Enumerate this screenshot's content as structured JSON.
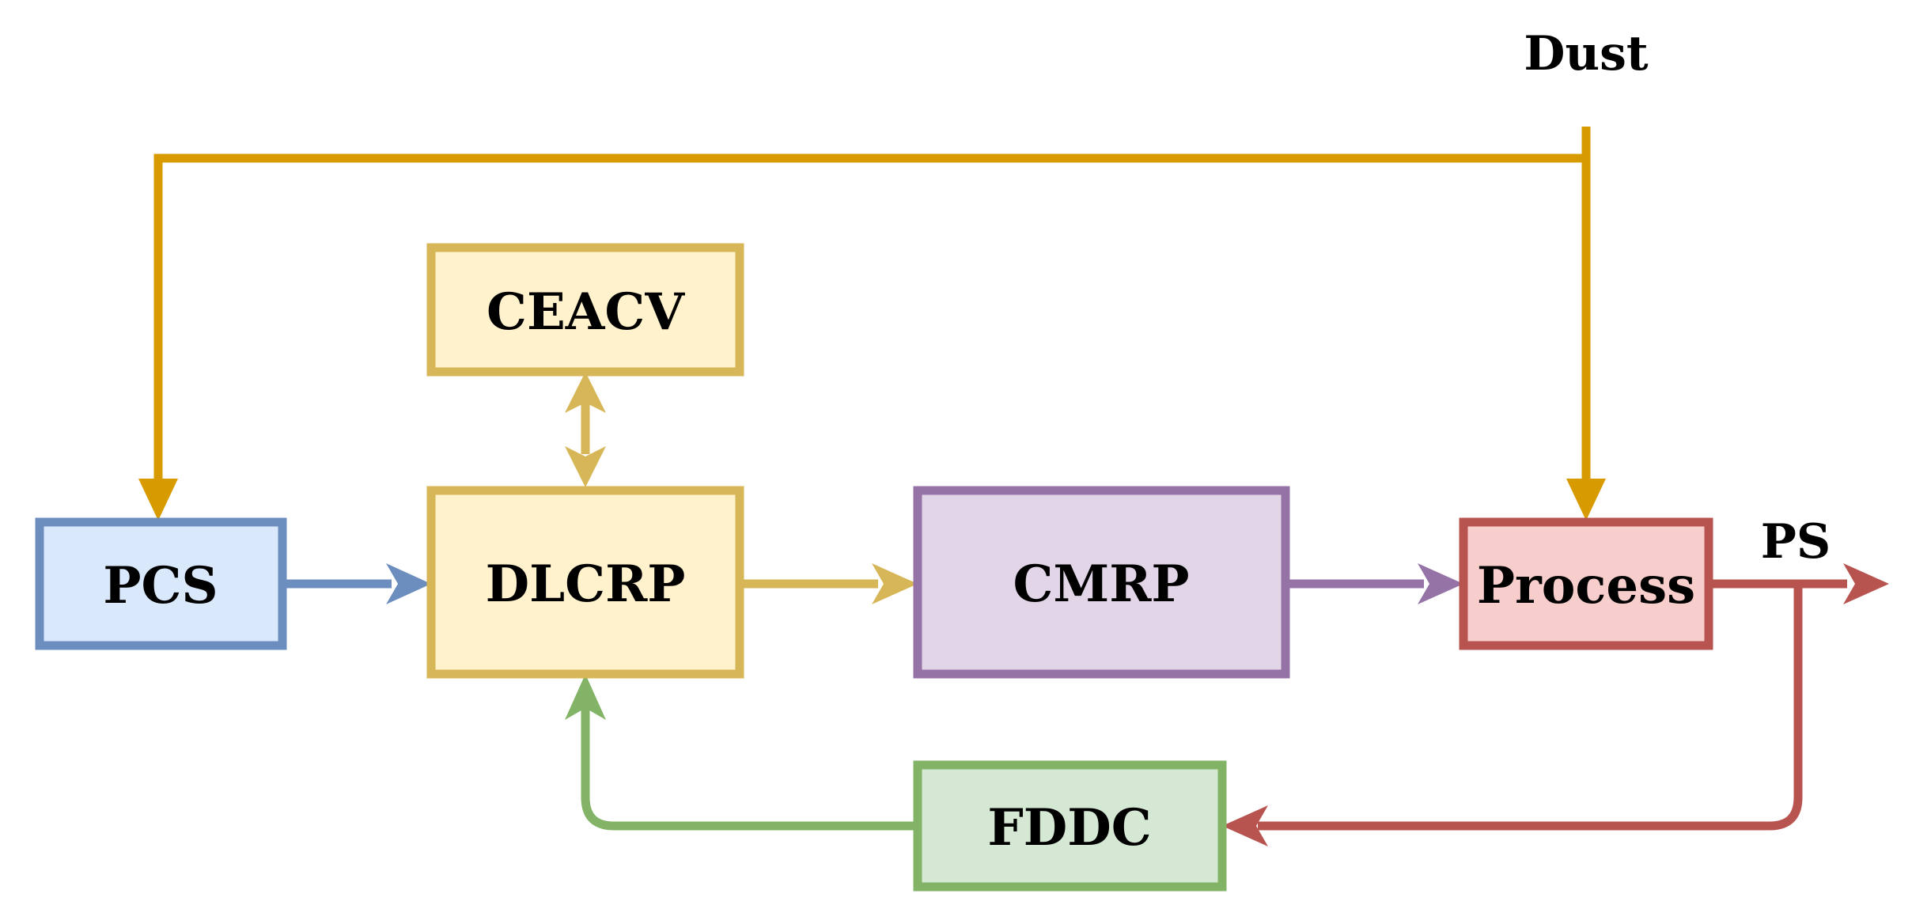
{
  "nodes": {
    "pcs": {
      "label": "PCS",
      "fill": "#dae8fc",
      "stroke": "#6c8ebf"
    },
    "dlcrp": {
      "label": "DLCRP",
      "fill": "#fff2cc",
      "stroke": "#d6b656"
    },
    "ceacv": {
      "label": "CEACV",
      "fill": "#fff2cc",
      "stroke": "#d6b656"
    },
    "cmrp": {
      "label": "CMRP",
      "fill": "#e1d5e7",
      "stroke": "#9673a6"
    },
    "process": {
      "label": "Process",
      "fill": "#f8cecc",
      "stroke": "#b85450"
    },
    "fddc": {
      "label": "FDDC",
      "fill": "#d5e8d4",
      "stroke": "#82b366"
    }
  },
  "labels": {
    "dust": "Dust",
    "ps": "PS"
  },
  "edges": {
    "dust": {
      "color": "#d79b00"
    },
    "pcs_to_dlcrp": {
      "color": "#6c8ebf"
    },
    "dlcrp_to_cmrp": {
      "color": "#d6b656"
    },
    "dlcrp_ceacv": {
      "color": "#d6b656"
    },
    "cmrp_to_process": {
      "color": "#9673a6"
    },
    "process_output": {
      "color": "#b85450"
    },
    "feedback_to_fddc": {
      "color": "#b85450"
    },
    "fddc_to_dlcrp": {
      "color": "#82b366"
    }
  }
}
